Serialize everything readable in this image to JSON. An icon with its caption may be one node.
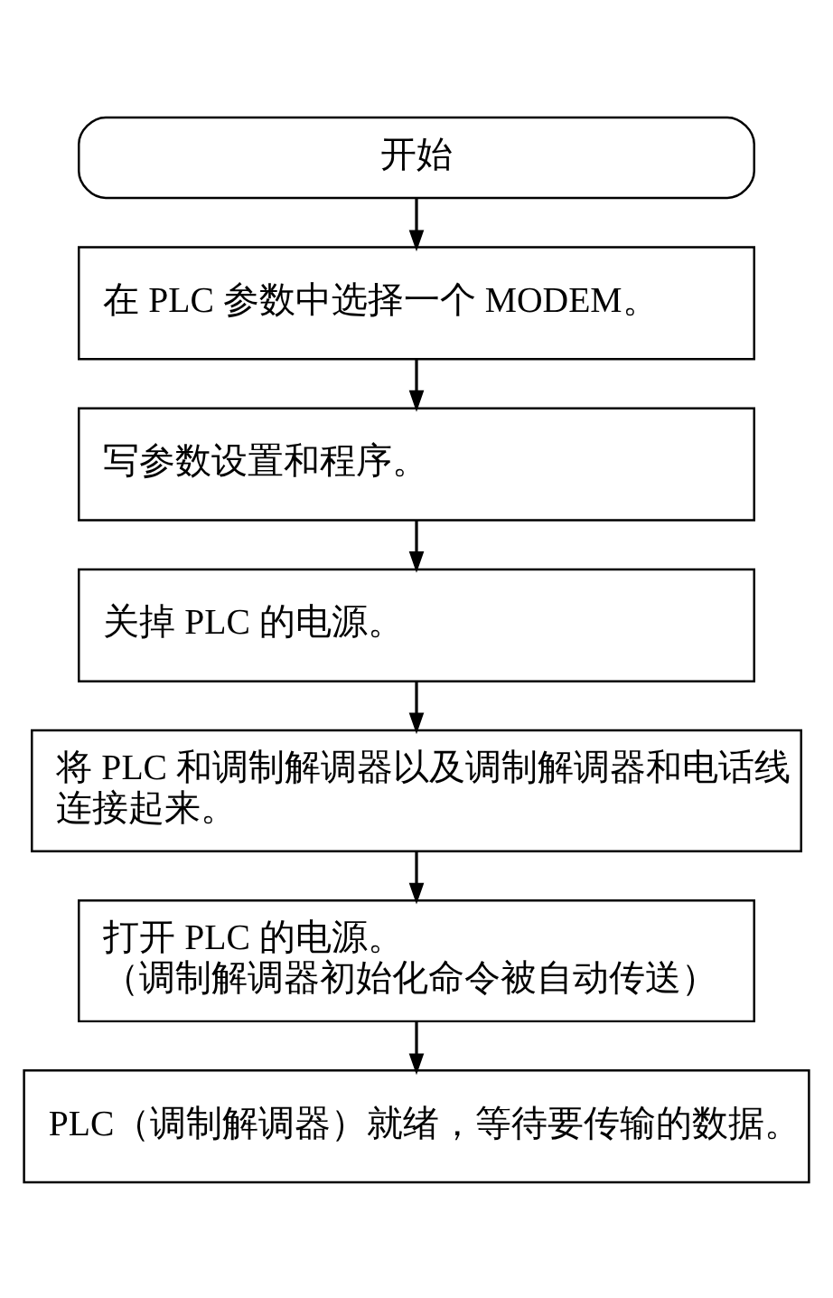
{
  "diagram": {
    "nodes": [
      {
        "text": [
          "开始"
        ]
      },
      {
        "text": [
          "在 PLC 参数中选择一个 MODEM。"
        ]
      },
      {
        "text": [
          "写参数设置和程序。"
        ]
      },
      {
        "text": [
          "关掉 PLC 的电源。"
        ]
      },
      {
        "text": [
          "将 PLC 和调制解调器以及调制解调器和电话线连接起来。"
        ]
      },
      {
        "text": [
          "打开 PLC 的电源。",
          "（调制解调器初始化命令被自动传送）"
        ]
      },
      {
        "text": [
          "PLC（调制解调器）就绪，等待要传输的数据。"
        ]
      }
    ],
    "edges": [
      {
        "from": 0,
        "to": 1,
        "arrow": "to"
      },
      {
        "from": 1,
        "to": 2,
        "arrow": "to"
      },
      {
        "from": 2,
        "to": 3,
        "arrow": "to"
      },
      {
        "from": 3,
        "to": 4,
        "arrow": "to"
      },
      {
        "from": 4,
        "to": 5,
        "arrow": "to"
      },
      {
        "from": 5,
        "to": 6,
        "arrow": "to"
      }
    ]
  }
}
